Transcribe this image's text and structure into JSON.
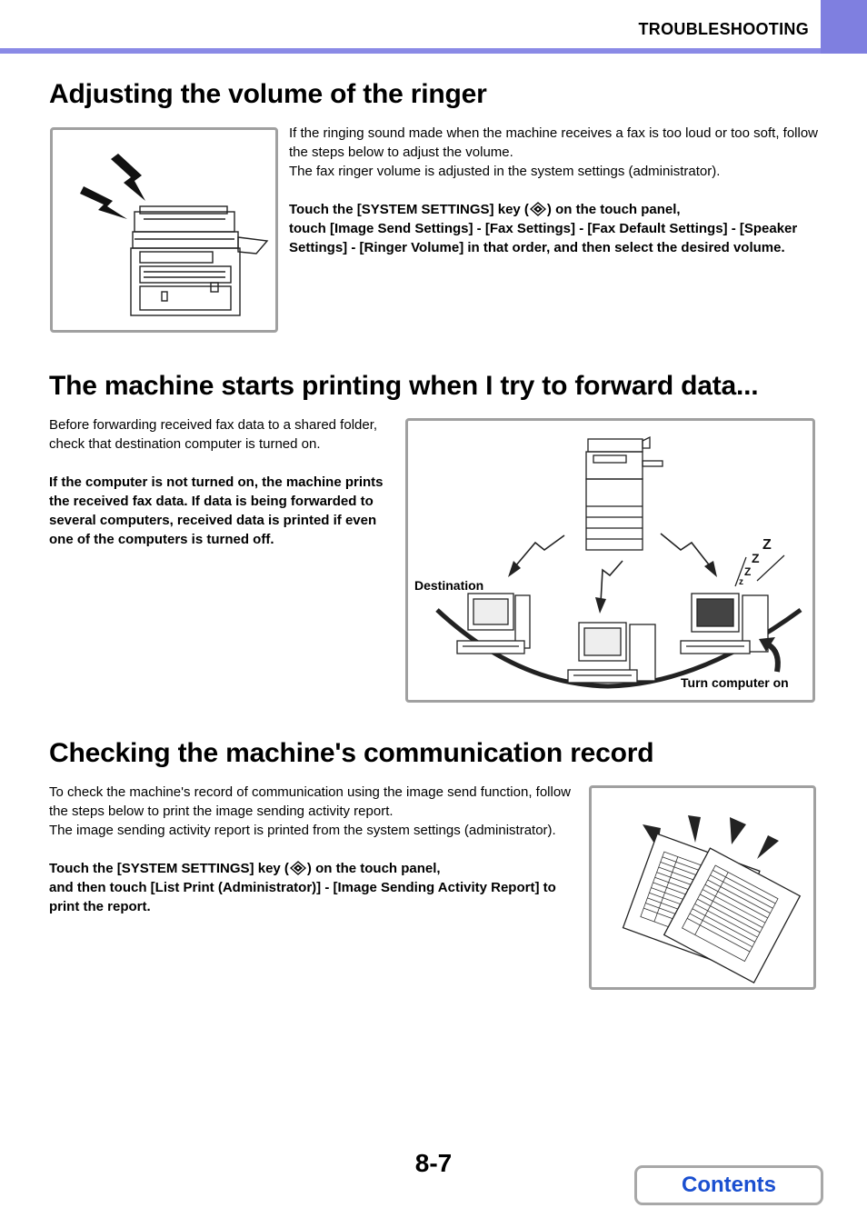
{
  "header": {
    "section": "TROUBLESHOOTING"
  },
  "section1": {
    "title": "Adjusting the volume of the ringer",
    "intro_1": "If the ringing sound made when the machine receives a fax is too loud or too soft, follow the steps below to adjust the volume.",
    "intro_2": "The fax ringer volume is adjusted in the system settings (administrator).",
    "step_pre": "Touch the [SYSTEM SETTINGS] key (",
    "step_post": ") on the touch panel,",
    "step_rest": "touch [Image Send Settings] - [Fax Settings] - [Fax Default Settings] - [Speaker Settings] - [Ringer Volume] in that order, and then select the desired volume."
  },
  "section2": {
    "title": "The machine starts printing when I try to forward data...",
    "intro": "Before forwarding received fax data to a shared folder, check that destination computer is turned on.",
    "note": "If the computer is not turned on, the machine prints the received fax data. If data is being forwarded to several computers, received data is printed if even one of the computers is turned off.",
    "figure": {
      "destination_label": "Destination",
      "turn_on_label": "Turn computer on",
      "sleep_letters": [
        "Z",
        "Z",
        "Z",
        "z"
      ]
    }
  },
  "section3": {
    "title": "Checking the machine's communication record",
    "intro_1": "To check the machine's record of communication using the image send function, follow the steps below to print the image sending activity report.",
    "intro_2": "The image sending activity report is printed from the system settings (administrator).",
    "step_pre": "Touch the [SYSTEM SETTINGS] key (",
    "step_post": ") on the touch panel,",
    "step_rest": "and then touch [List Print (Administrator)] - [Image Sending Activity Report] to print the report."
  },
  "footer": {
    "page_number": "8-7",
    "contents_label": "Contents",
    "contents_color": "#1a4fd0"
  },
  "colors": {
    "accent": "#8a8ae6",
    "frame_border": "#a0a0a0"
  },
  "icons": [
    "settings-key-icon",
    "lightning-bolt-icon",
    "printer-icon",
    "computer-icon",
    "report-sheet-icon"
  ]
}
